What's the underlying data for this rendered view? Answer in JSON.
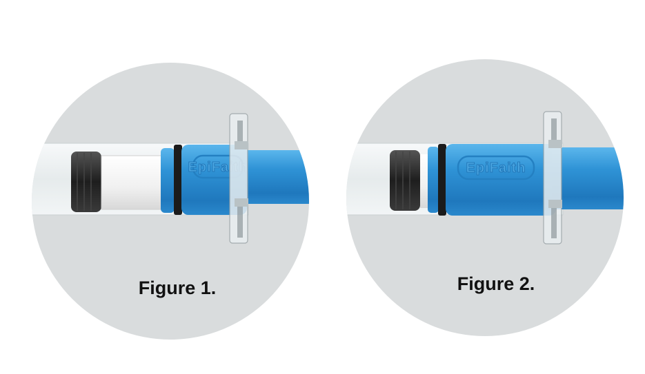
{
  "figures": [
    {
      "caption": "Figure 1.",
      "brand_text": "EpiFaith",
      "state": "plunger-extended"
    },
    {
      "caption": "Figure 2.",
      "brand_text": "EpiFaith",
      "state": "plunger-retracted"
    }
  ],
  "colors": {
    "circle_background": "#d9dcdd",
    "syringe_blue": "#2f93d6",
    "syringe_blue_dark": "#1f6fb0",
    "gasket_dark": "#2a2a2a",
    "white_plunger": "#f2f2f2",
    "barrel_glass": "#eef2f3"
  }
}
